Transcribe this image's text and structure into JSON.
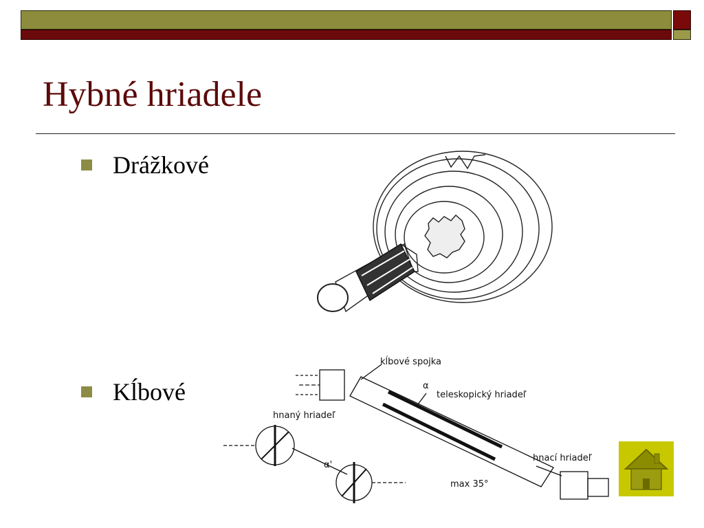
{
  "slide": {
    "title": "Hybné hriadele",
    "bullets": [
      {
        "label": "Drážkové"
      },
      {
        "label": "Kĺbové"
      }
    ]
  },
  "figure_universal_joint": {
    "labels": {
      "joint": "kĺbové spojka",
      "telescopic": "teleskopický hriadeľ",
      "driven": "hnaný hriadeľ",
      "driving": "hnací hriadeľ",
      "max_angle": "max 35°",
      "alpha1": "α'",
      "alpha2": "α"
    }
  },
  "nav": {
    "home_icon": "home-icon",
    "home_color": "#c8c800"
  },
  "colors": {
    "title": "#5c0a0a",
    "bullet": "#8c8c46",
    "bar_olive": "#8c8c3c",
    "bar_maroon": "#6b0a0a"
  }
}
